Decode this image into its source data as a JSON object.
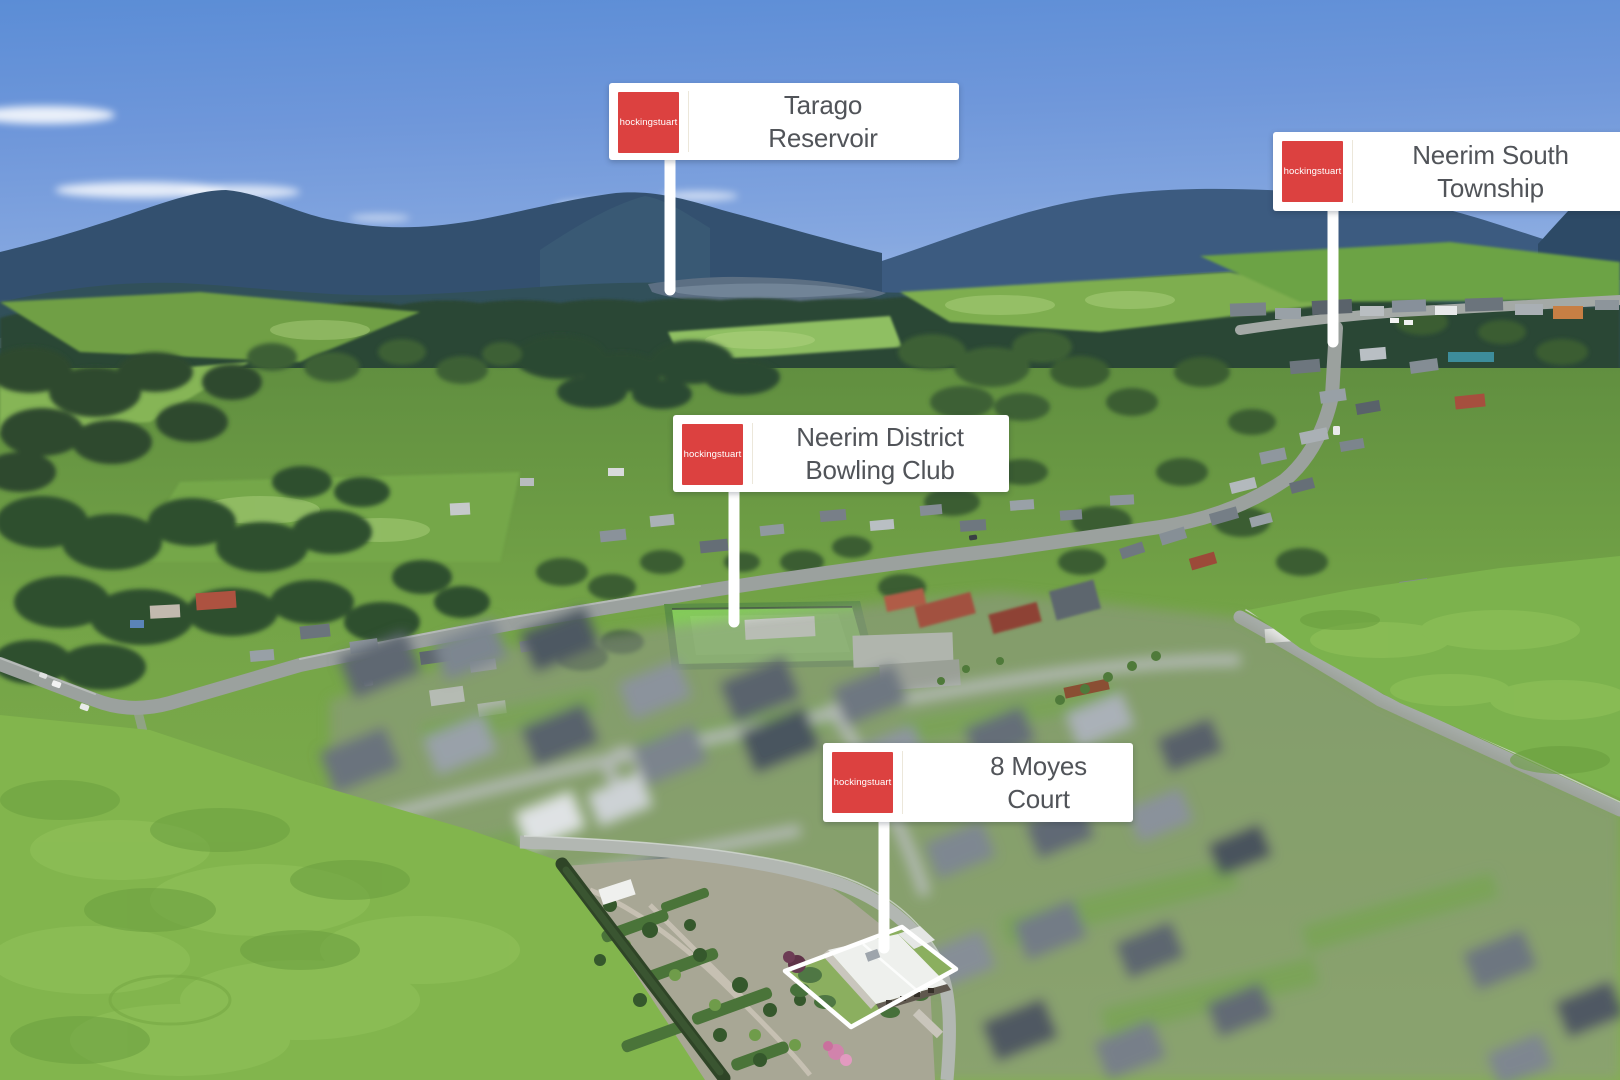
{
  "brand": {
    "name": "hockingstuart",
    "logo_color": "#dc4140",
    "logo_text_color": "#ffffff"
  },
  "labels": [
    {
      "id": "tarago-reservoir",
      "logo": "hockingstuart",
      "line1": "Tarago",
      "line2": "Reservoir"
    },
    {
      "id": "neerim-south-township",
      "logo": "hockingstuart",
      "line1": "Neerim South",
      "line2": "Township"
    },
    {
      "id": "neerim-district-bowling-club",
      "logo": "hockingstuart",
      "line1": "Neerim District",
      "line2": "Bowling Club"
    },
    {
      "id": "8-moyes-court",
      "logo": "hockingstuart",
      "line1": "8 Moyes",
      "line2": "Court"
    }
  ],
  "colors": {
    "label_background": "#ffffff",
    "label_text": "#515459",
    "brand_red": "#dc4140",
    "pointer_line": "#ffffff",
    "property_outline": "#ffffff",
    "sky_top": "#5b8dd6",
    "mountains": "#33506f",
    "reservoir_water": "#5c6f83",
    "farmland_green": "#7cab4a",
    "bowling_green": "#84cb5a"
  },
  "scene": {
    "description": "Aerial drone photograph over Neerim South: blue sky, distant blue mountain ranges, Tarago Reservoir water, patchwork green farmland, township houses along a main road, bright green bowling club rink, blurred new housing estate in the foreground, and a highlighted property with a white boundary outline at 8 Moyes Court",
    "features": [
      "sky",
      "clouds",
      "mountain-ranges",
      "reservoir-water",
      "forest-band",
      "farmland-paddocks",
      "township",
      "main-roads",
      "bowling-green",
      "blurred-housing-estate",
      "community-garden",
      "highlighted-property",
      "property-boundary-outline",
      "pointer-lines"
    ]
  }
}
